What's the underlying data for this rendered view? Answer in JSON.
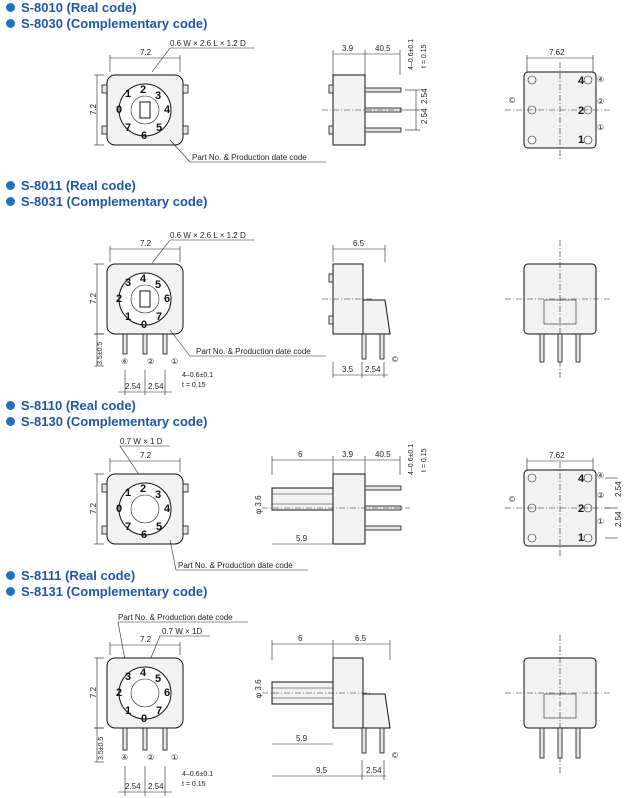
{
  "sections": [
    {
      "headings": [
        "S-8010 (Real code)",
        "S-8030 (Complementary code)"
      ],
      "front": {
        "width": "7.2",
        "height": "7.2",
        "callout": "0.6 W × 2.6 L × 1.2 D",
        "partno": "Part No. & Production date code"
      },
      "side": {
        "d1": "3.9",
        "d2": "40.5",
        "lead": "4–0.6±0.1",
        "t": "t = 0.15",
        "p1": "2.54",
        "p2": "2.54"
      },
      "pins": {
        "width": "7.62",
        "labels": [
          "④",
          "②",
          "①",
          "©"
        ]
      }
    },
    {
      "headings": [
        "S-8011 (Real code)",
        "S-8031 (Complementary code)"
      ],
      "front": {
        "width": "7.2",
        "height": "7.2",
        "callout": "0.6 W × 2.6 L × 1.2 D",
        "partno": "Part No. & Production date code",
        "leadlen": "3.5±0.5",
        "p1": "2.54",
        "p2": "2.54",
        "lead": "4–0.6±0.1",
        "t": "t = 0.15",
        "pins": [
          "④",
          "②",
          "①"
        ]
      },
      "side": {
        "d1": "6.5",
        "d2": "3.5",
        "d3": "2.54",
        "c": "©"
      }
    },
    {
      "headings": [
        "S-8110 (Real code)",
        "S-8130 (Complementary code)"
      ],
      "front": {
        "width": "7.2",
        "height": "7.2",
        "callout": "0.7 W × 1 D",
        "partno": "Part No. & Production date code"
      },
      "side": {
        "d0": "6",
        "d1": "3.9",
        "d2": "40.5",
        "lead": "4–0.6±0.1",
        "t": "t = 0.15",
        "dia": "φ 3.6",
        "d3": "5.9"
      },
      "pins": {
        "width": "7.62",
        "p1": "2.54",
        "p2": "2.54",
        "labels": [
          "④",
          "②",
          "①",
          "©"
        ]
      }
    },
    {
      "headings": [
        "S-8111 (Real code)",
        "S-8131 (Complementary code)"
      ],
      "front": {
        "width": "7.2",
        "height": "7.2",
        "callout": "0.7 W × 1D",
        "partno": "Part No. & Production date code",
        "leadlen": "3.5±0.5",
        "p1": "2.54",
        "p2": "2.54",
        "lead": "4–0.6±0.1",
        "t": "t = 0.15",
        "pins": [
          "④",
          "②",
          "①"
        ]
      },
      "side": {
        "d0": "6",
        "d1": "6.5",
        "dia": "φ 3.6",
        "d2": "5.9",
        "d3": "9.5",
        "d4": "2.54",
        "c": "©"
      }
    }
  ],
  "dial_digits_a": [
    "0",
    "1",
    "2",
    "3",
    "4",
    "5",
    "6",
    "7"
  ],
  "dial_digits_b": [
    "0",
    "1",
    "2",
    "3",
    "4",
    "5",
    "6",
    "7"
  ],
  "pin_numbers": [
    "4",
    "2",
    "1"
  ]
}
